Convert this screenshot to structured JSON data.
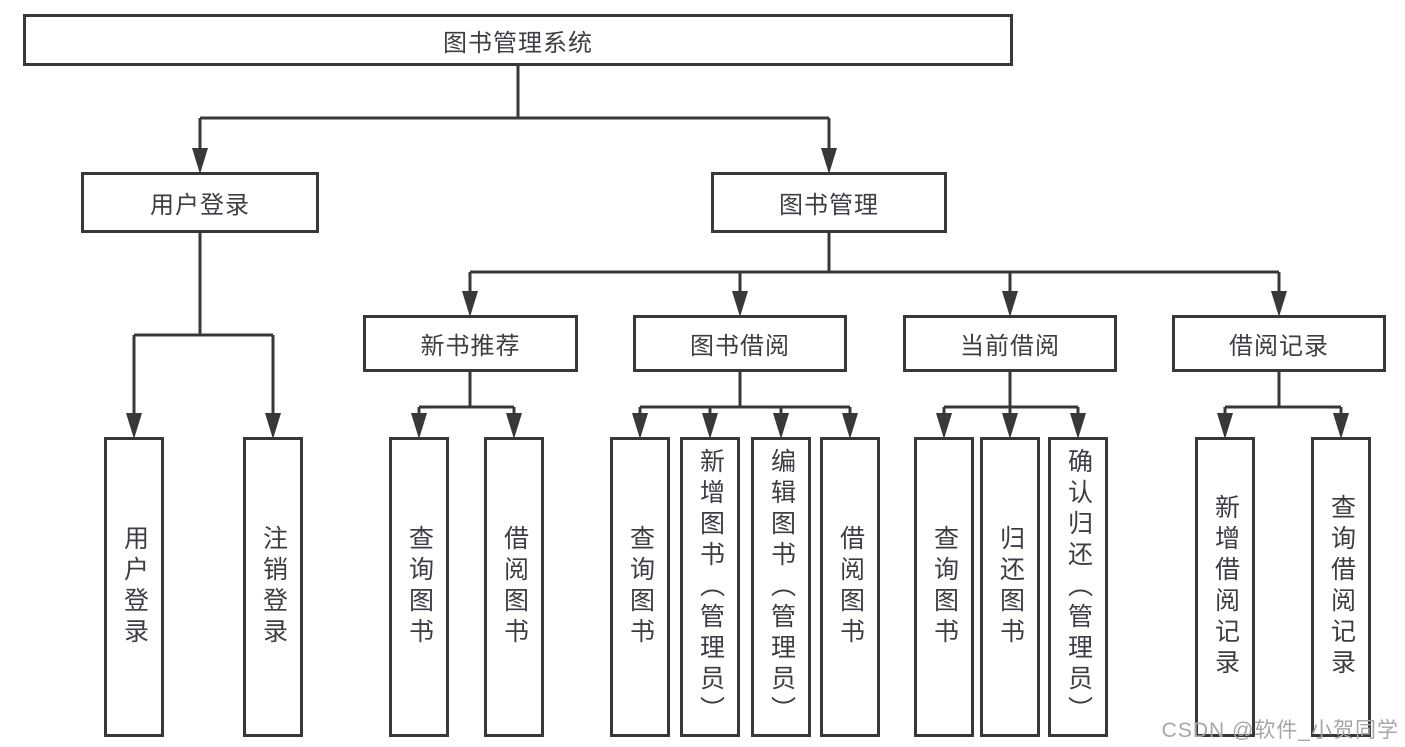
{
  "tree": {
    "label": "图书管理系统",
    "children": [
      {
        "label": "用户登录",
        "children": [
          {
            "label": "用户登录"
          },
          {
            "label": "注销登录"
          }
        ]
      },
      {
        "label": "图书管理",
        "children": [
          {
            "label": "新书推荐",
            "children": [
              {
                "label": "查询图书"
              },
              {
                "label": "借阅图书"
              }
            ]
          },
          {
            "label": "图书借阅",
            "children": [
              {
                "label": "查询图书"
              },
              {
                "label": "新增图书（管理员）"
              },
              {
                "label": "编辑图书（管理员）"
              },
              {
                "label": "借阅图书"
              }
            ]
          },
          {
            "label": "当前借阅",
            "children": [
              {
                "label": "查询图书"
              },
              {
                "label": "归还图书"
              },
              {
                "label": "确认归还（管理员）"
              }
            ]
          },
          {
            "label": "借阅记录",
            "children": [
              {
                "label": "新增借阅记录"
              },
              {
                "label": "查询借阅记录"
              }
            ]
          }
        ]
      }
    ]
  },
  "watermark": "CSDN @软件_小贺同学",
  "colors": {
    "line": "#383838",
    "text": "#3d3d44",
    "watermark": "#a6a6ad"
  }
}
